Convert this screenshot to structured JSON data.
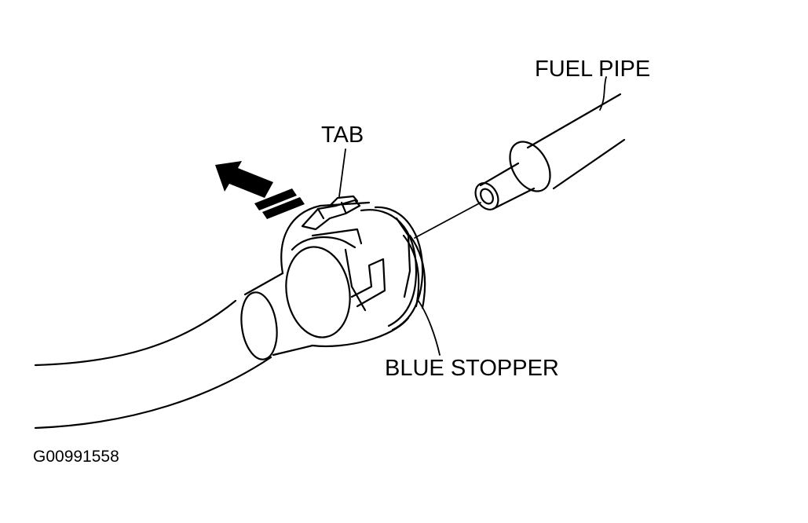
{
  "labels": {
    "tab": "TAB",
    "fuel_pipe": "FUEL PIPE",
    "blue_stopper": "BLUE STOPPER",
    "figure_code": "G00991558"
  },
  "colors": {
    "ink": "#000000",
    "paper": "#ffffff"
  }
}
